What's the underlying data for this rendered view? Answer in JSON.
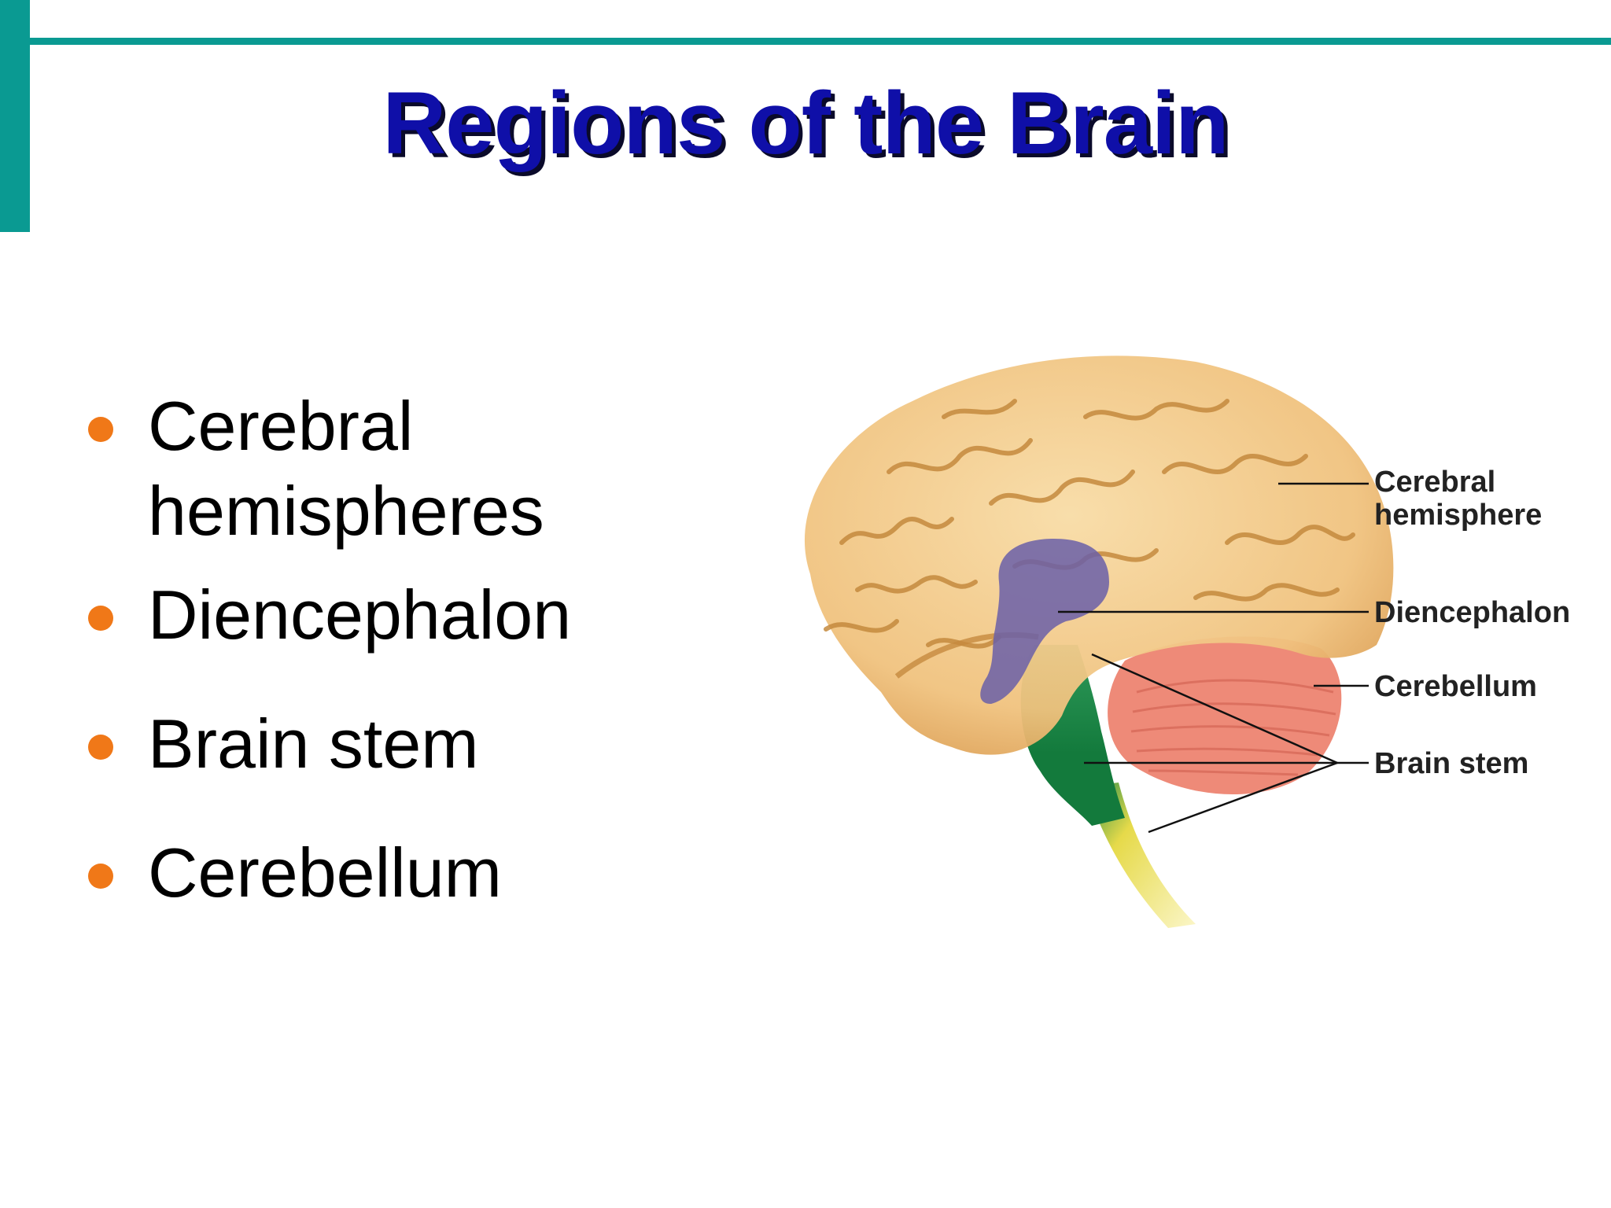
{
  "slide": {
    "title": "Regions of the Brain",
    "accent_color": "#0a9a92",
    "title_color": "#0f0fa8",
    "bullet_color": "#f07818"
  },
  "bullets": [
    {
      "line1": "Cerebral",
      "line2": "hemispheres"
    },
    {
      "line1": "Diencephalon"
    },
    {
      "line1": "Brain stem"
    },
    {
      "line1": "Cerebellum"
    }
  ],
  "diagram": {
    "labels": {
      "cerebral_line1": "Cerebral",
      "cerebral_line2": "hemisphere",
      "diencephalon": "Diencephalon",
      "cerebellum": "Cerebellum",
      "brain_stem": "Brain stem"
    },
    "region_colors": {
      "cerebrum": "#f2c98a",
      "diencephalon": "#6a5fa8",
      "cerebellum": "#ee8a78",
      "brain_stem": "#1f8a4c",
      "spinal_cord": "#e8d84a"
    }
  }
}
